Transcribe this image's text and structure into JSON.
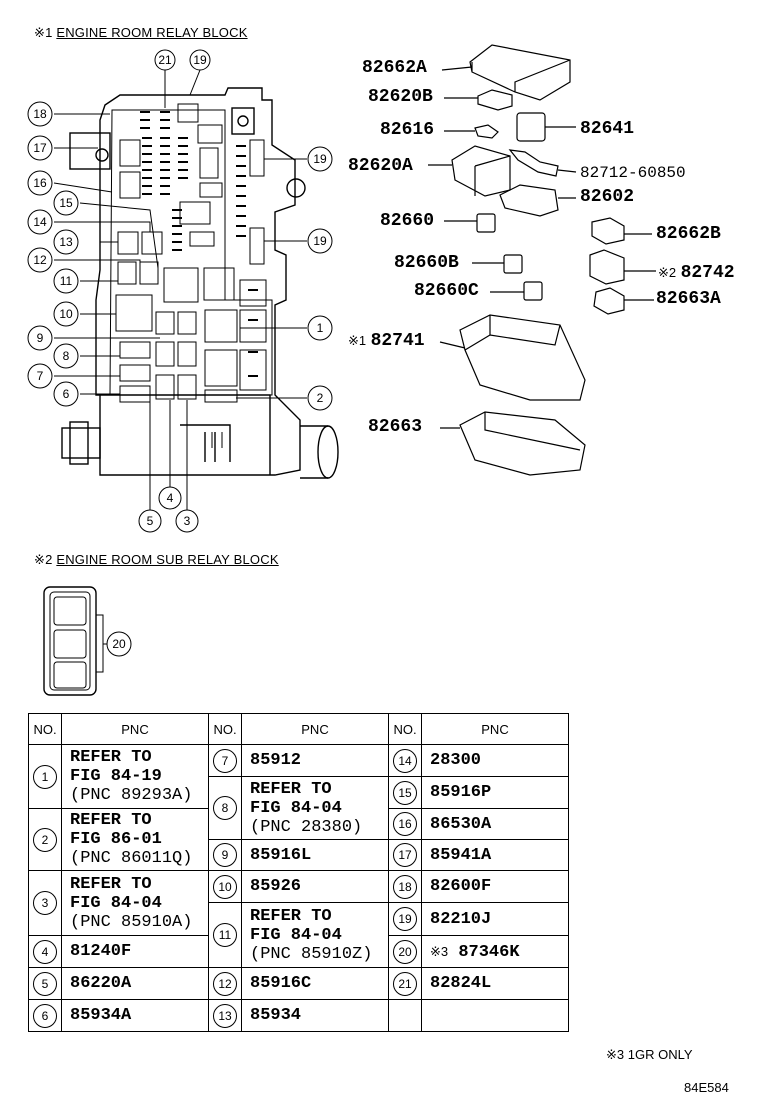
{
  "headings": {
    "block1": {
      "mark": "※1",
      "text": "ENGINE ROOM RELAY BLOCK"
    },
    "block2": {
      "mark": "※2",
      "text": "ENGINE ROOM SUB RELAY BLOCK"
    }
  },
  "callouts": [
    "1",
    "2",
    "3",
    "4",
    "5",
    "6",
    "7",
    "8",
    "9",
    "10",
    "11",
    "12",
    "13",
    "14",
    "15",
    "16",
    "17",
    "18",
    "19",
    "20",
    "21"
  ],
  "parts": {
    "p82662A": "82662A",
    "p82620B": "82620B",
    "p82616": "82616",
    "p82641": "82641",
    "p82620A": "82620A",
    "p82712": "82712-60850",
    "p82602": "82602",
    "p82660": "82660",
    "p82662B": "82662B",
    "p82660B": "82660B",
    "p82742": "82742",
    "p82742_mark": "※2",
    "p82660C": "82660C",
    "p82663A": "82663A",
    "p82741": "82741",
    "p82741_mark": "※1",
    "p82663": "82663"
  },
  "table": {
    "headers": [
      "NO.",
      "PNC",
      "NO.",
      "PNC",
      "NO.",
      "PNC"
    ],
    "col1": [
      {
        "no": "1",
        "lines": [
          "REFER TO",
          "FIG 84-19",
          "(PNC 89293A)"
        ]
      },
      {
        "no": "2",
        "lines": [
          "REFER TO",
          "FIG 86-01",
          "(PNC 86011Q)"
        ]
      },
      {
        "no": "3",
        "lines": [
          "REFER TO",
          "FIG 84-04",
          "(PNC 85910A)"
        ]
      },
      {
        "no": "4",
        "lines": [
          "81240F"
        ]
      },
      {
        "no": "5",
        "lines": [
          "86220A"
        ]
      },
      {
        "no": "6",
        "lines": [
          "85934A"
        ]
      }
    ],
    "col2": [
      {
        "no": "7",
        "lines": [
          "85912"
        ]
      },
      {
        "no": "8",
        "lines": [
          "REFER TO",
          "FIG 84-04",
          "(PNC 28380)"
        ]
      },
      {
        "no": "9",
        "lines": [
          "85916L"
        ]
      },
      {
        "no": "10",
        "lines": [
          "85926"
        ]
      },
      {
        "no": "11",
        "lines": [
          "REFER TO",
          "FIG 84-04",
          "(PNC 85910Z)"
        ]
      },
      {
        "no": "12",
        "lines": [
          "85916C"
        ]
      },
      {
        "no": "13",
        "lines": [
          "85934"
        ]
      }
    ],
    "col3": [
      {
        "no": "14",
        "lines": [
          "28300"
        ]
      },
      {
        "no": "15",
        "lines": [
          "85916P"
        ]
      },
      {
        "no": "16",
        "lines": [
          "86530A"
        ]
      },
      {
        "no": "17",
        "lines": [
          "85941A"
        ]
      },
      {
        "no": "18",
        "lines": [
          "82600F"
        ]
      },
      {
        "no": "19",
        "lines": [
          "82210J"
        ]
      },
      {
        "no": "20",
        "mark": "※3",
        "lines": [
          "87346K"
        ]
      },
      {
        "no": "21",
        "lines": [
          "82824L"
        ]
      }
    ]
  },
  "footnote": {
    "mark": "※3",
    "text": "1GR ONLY"
  },
  "figure_code": "84E584"
}
